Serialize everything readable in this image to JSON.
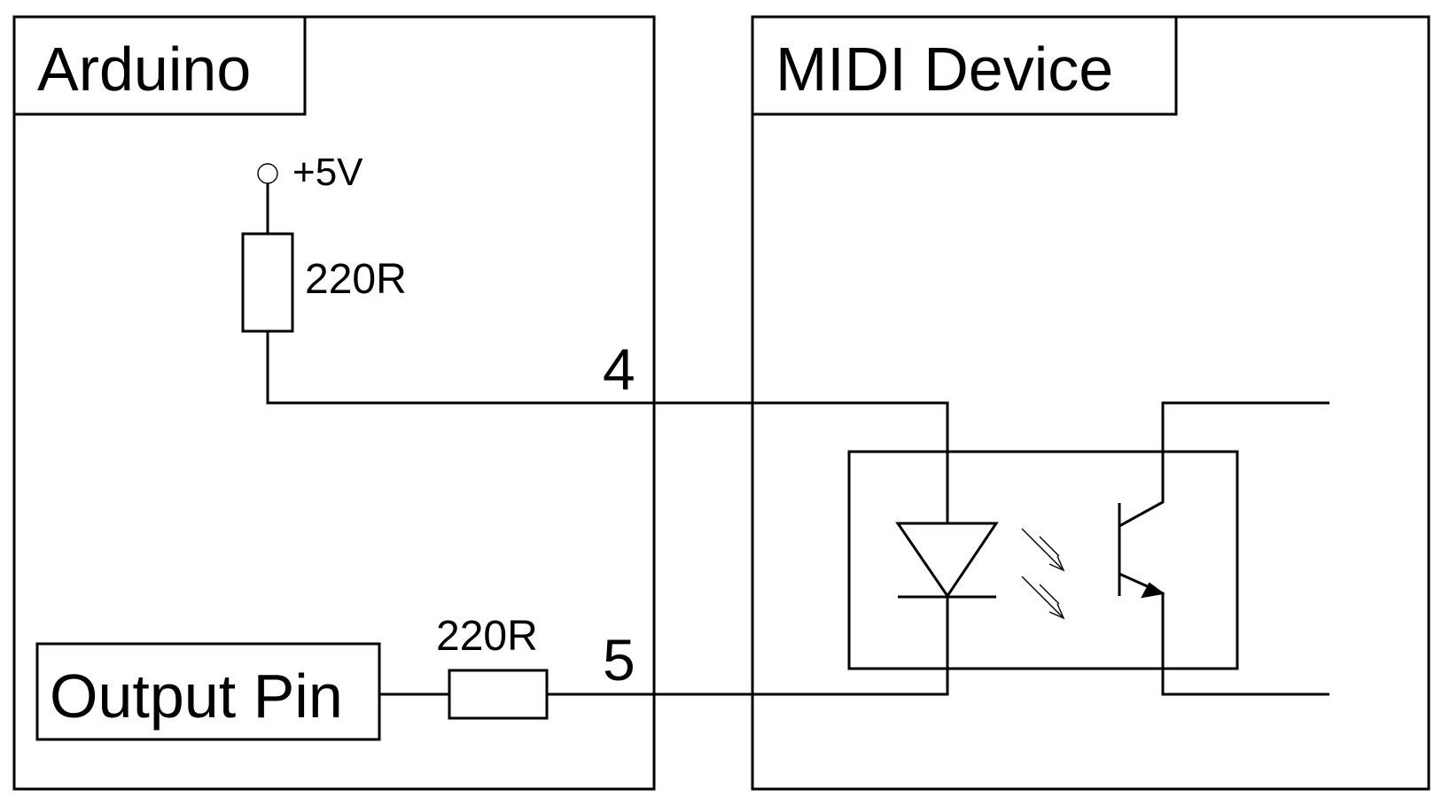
{
  "panels": {
    "arduino": {
      "title": "Arduino"
    },
    "midi": {
      "title": "MIDI Device"
    }
  },
  "labels": {
    "supply": "+5V",
    "resistor_top": "220R",
    "resistor_bottom": "220R",
    "pin_4": "4",
    "pin_5": "5",
    "output_pin": "Output Pin"
  },
  "colors": {
    "line": "#000000",
    "background": "#ffffff"
  }
}
